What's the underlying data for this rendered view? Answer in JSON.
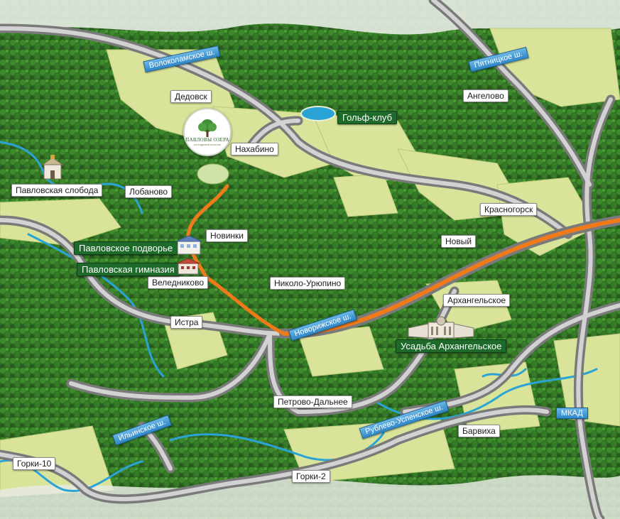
{
  "colors": {
    "forest": "#2f6a23",
    "meadow": "#d9e49a",
    "road": "#8a8a8a",
    "river": "#2aa3d6",
    "route": "#f07a1a",
    "poi_bg": "#1e6a2a",
    "shield": "#3a92d0"
  },
  "places": [
    {
      "id": "dedovsk",
      "text": "Дедовск"
    },
    {
      "id": "nakhabino",
      "text": "Нахабино"
    },
    {
      "id": "angelovo",
      "text": "Ангелово"
    },
    {
      "id": "pavlovskaya_sloboda",
      "text": "Павловская слобода"
    },
    {
      "id": "lobanovo",
      "text": "Лобаново"
    },
    {
      "id": "krasnogorsk",
      "text": "Красногорск"
    },
    {
      "id": "novinki",
      "text": "Новинки"
    },
    {
      "id": "novy",
      "text": "Новый"
    },
    {
      "id": "velednikovo",
      "text": "Веледниково"
    },
    {
      "id": "nikolo_uryupino",
      "text": "Николо-Урюпино"
    },
    {
      "id": "arkhangelskoe",
      "text": "Архангельское"
    },
    {
      "id": "istra",
      "text": "Истра"
    },
    {
      "id": "petrovo_dalnee",
      "text": "Петрово-Дальнее"
    },
    {
      "id": "barvikha",
      "text": "Барвиха"
    },
    {
      "id": "gorki_10",
      "text": "Горки-10"
    },
    {
      "id": "gorki_2",
      "text": "Горки-2"
    }
  ],
  "pois": [
    {
      "id": "golf",
      "text": "Гольф-клуб"
    },
    {
      "id": "podvorye",
      "text": "Павловское подворье"
    },
    {
      "id": "gymnasium",
      "text": "Павловская гимназия"
    },
    {
      "id": "usadba",
      "text": "Усадьба Архангельское"
    }
  ],
  "highways": [
    {
      "id": "volokolamskoe",
      "text": "Волоколамское ш."
    },
    {
      "id": "pyatnitskoe",
      "text": "Пятницкое ш."
    },
    {
      "id": "novorizhskoe",
      "text": "Новорижское ш."
    },
    {
      "id": "ilyinskoe",
      "text": "Ильинское ш."
    },
    {
      "id": "rublevo",
      "text": "Рублево-Успенское ш."
    },
    {
      "id": "mkad",
      "text": "МКАД"
    }
  ],
  "logo": {
    "title": "ПАВЛОВЫ ОЗЕРА",
    "subtitle": "коттеджный поселок"
  }
}
